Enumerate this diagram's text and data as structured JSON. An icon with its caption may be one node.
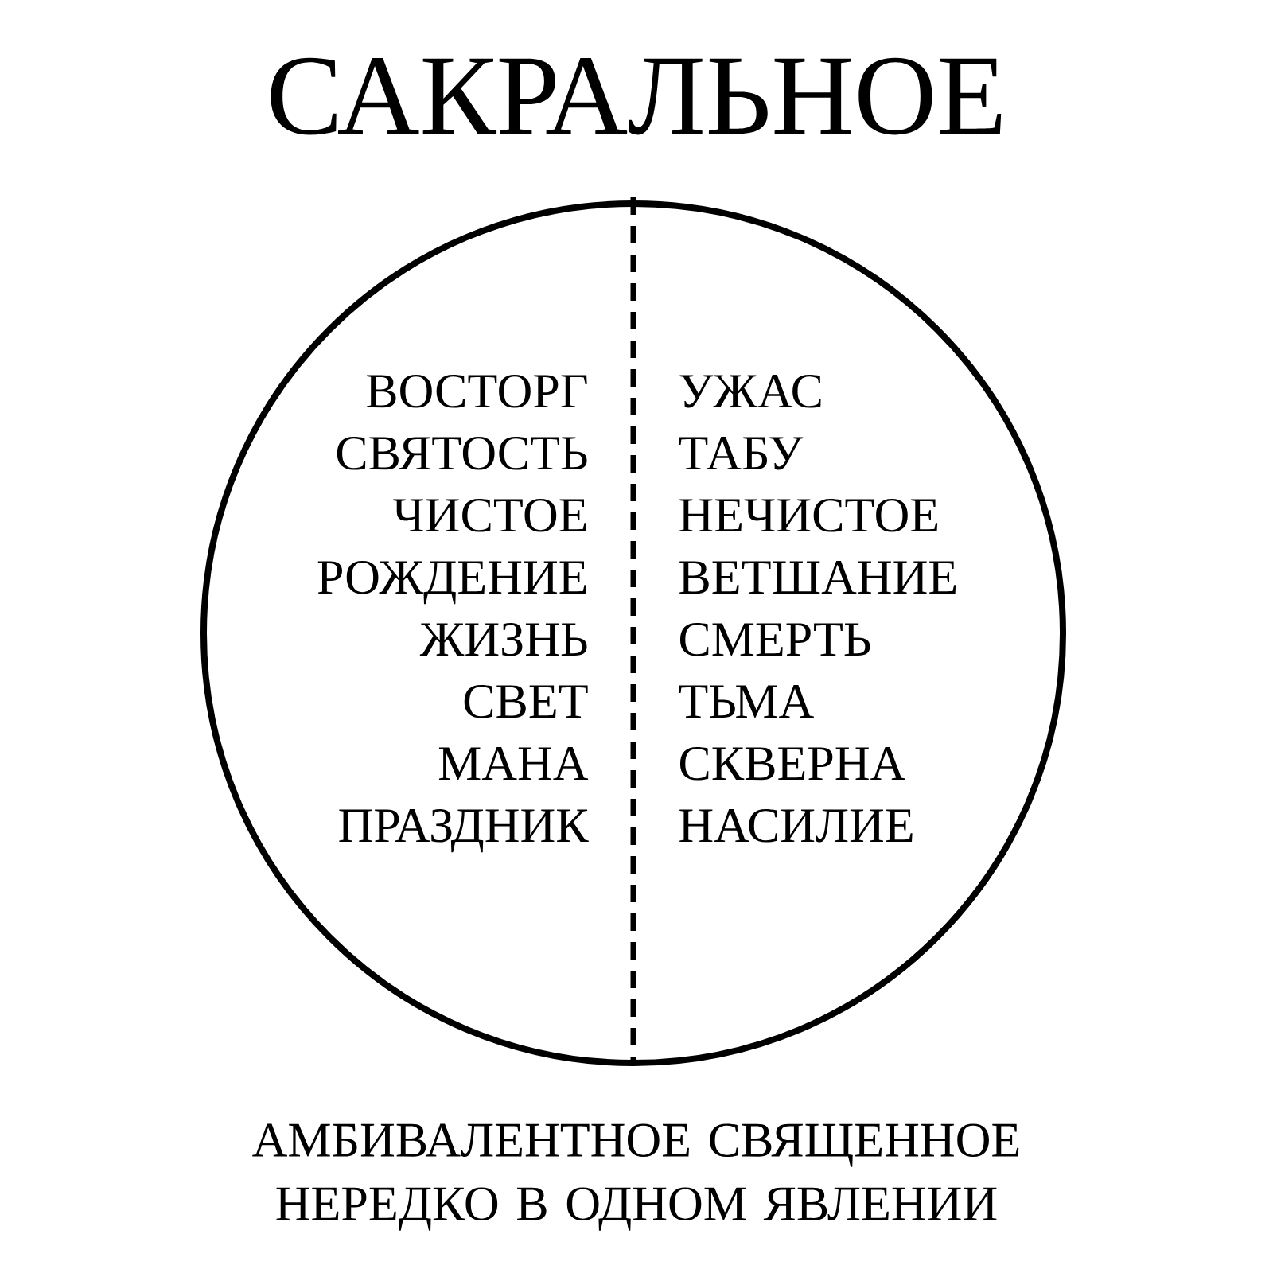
{
  "diagram": {
    "title": "САКРАЛЬНОЕ",
    "caption": "АМБИВАЛЕНТНОЕ СВЯЩЕННОЕ НЕРЕДКО В ОДНОМ ЯВЛЕНИИ",
    "nodes": [
      {
        "text": [
          "ВОСТОРГ",
          "СВЯТОСТЬ",
          "ЧИСТОЕ",
          "РОЖДЕНИЕ",
          "ЖИЗНЬ",
          "СВЕТ",
          "МАНА",
          "ПРАЗДНИК",
          "УЖАС",
          "ТАБУ",
          "НЕЧИСТОЕ",
          "ВЕТШАНИЕ",
          "СМЕРТЬ",
          "ТЬМА",
          "СКВЕРНА",
          "НАСИЛИЕ"
        ]
      }
    ],
    "edges": []
  }
}
